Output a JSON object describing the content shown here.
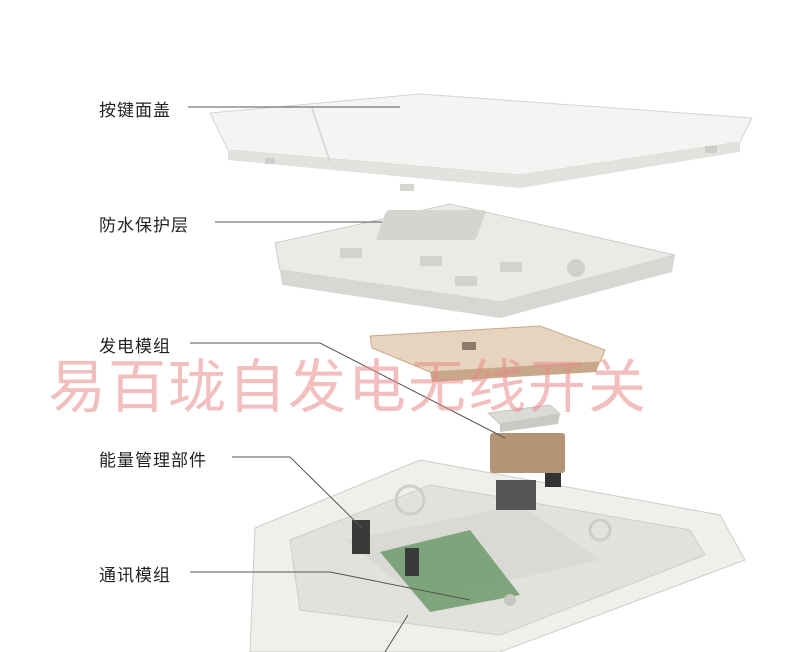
{
  "labels": {
    "top_cover": "按键面盖",
    "waterproof_layer": "防水保护层",
    "generator_module": "发电模组",
    "energy_management": "能量管理部件",
    "comm_module": "通讯模组"
  },
  "watermark": "易百珑自发电无线开关",
  "colors": {
    "cover": "#f1f0ee",
    "cover_edge": "#d9d7d3",
    "layer": "#e6e5e2",
    "copper": "#c8a889",
    "pcb": "#6c9a6a",
    "watermark": "#e88a8a",
    "leader_line": "#555555"
  }
}
